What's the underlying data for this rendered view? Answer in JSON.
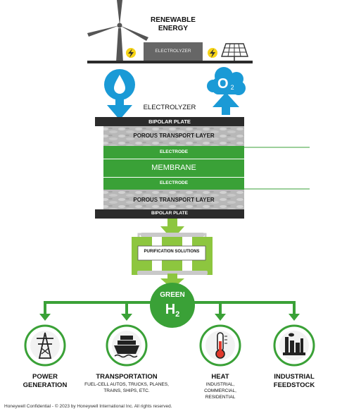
{
  "header": {
    "renewable_line1": "RENEWABLE",
    "renewable_line2": "ENERGY",
    "electrolyzer_box": "ELECTROLYZER"
  },
  "inputs": {
    "oxygen_symbol": "O",
    "oxygen_subscript": "2"
  },
  "stack": {
    "title": "ELECTROLYZER",
    "bipolar_top": "BIPOLAR PLATE",
    "ptl_top": "POROUS TRANSPORT LAYER",
    "electrode_top": "ELECTRODE",
    "membrane": "MEMBRANE",
    "electrode_bottom": "ELECTRODE",
    "ptl_bottom": "POROUS TRANSPORT LAYER",
    "bipolar_bottom": "BIPOLAR PLATE"
  },
  "purification": {
    "label": "PURIFICATION SOLUTIONS"
  },
  "output": {
    "line1": "GREEN",
    "symbol": "H",
    "subscript": "2"
  },
  "uses": [
    {
      "title_line1": "POWER",
      "title_line2": "GENERATION",
      "sub_lines": []
    },
    {
      "title_line1": "TRANSPORTATION",
      "title_line2": "",
      "sub_lines": [
        "FUEL-CELL AUTOS, TRUCKS, PLANES,",
        "TRAINS, SHIPS, ETC."
      ]
    },
    {
      "title_line1": "HEAT",
      "title_line2": "",
      "sub_lines": [
        "INDUSTRIAL,",
        "COMMERCIAL,",
        "RESIDENTIAL"
      ]
    },
    {
      "title_line1": "INDUSTRIAL",
      "title_line2": "FEEDSTOCK",
      "sub_lines": []
    }
  ],
  "footer": "Honeywell Confidential - © 2023 by Honeywell International Inc. All rights reserved.",
  "colors": {
    "green": "#3aa137",
    "light_green": "#8dc63f",
    "blue": "#1a9ad6",
    "dark": "#2b2b2b",
    "gray": "#b3b3b3"
  },
  "icons": [
    "wind-turbine-icon",
    "lightning-icon",
    "solar-panel-icon",
    "water-drop-icon",
    "oxygen-cloud-icon",
    "power-tower-icon",
    "ship-icon",
    "thermometer-icon",
    "factory-icon"
  ]
}
